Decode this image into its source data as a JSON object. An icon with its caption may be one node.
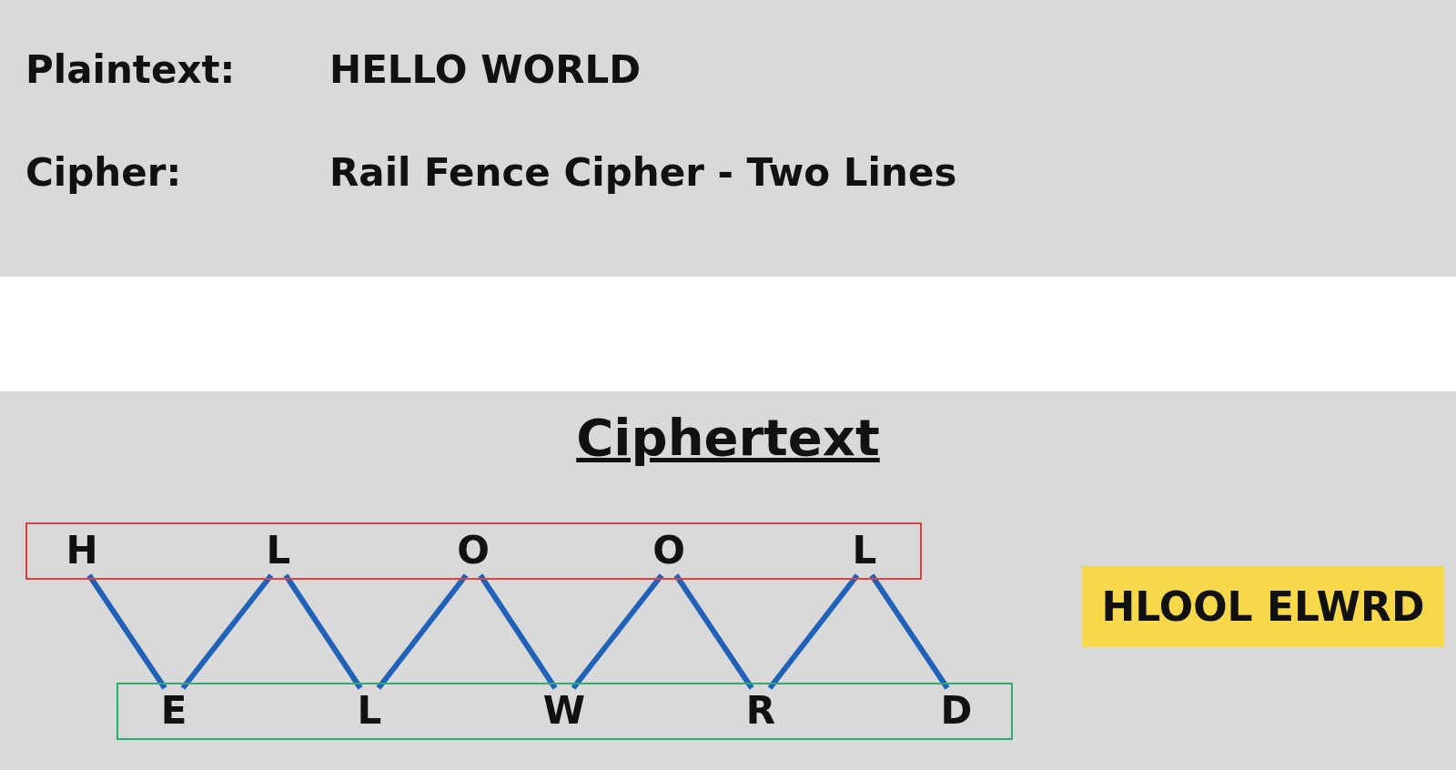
{
  "diagram": {
    "title": "Ciphertext",
    "nodes": [
      {
        "text": [],
        "shape": "box"
      },
      {
        "text": [
          "H"
        ],
        "in": 0
      },
      {
        "text": [
          "L"
        ],
        "in": 0
      },
      {
        "text": [
          "O"
        ],
        "in": 0
      },
      {
        "text": [
          "O"
        ],
        "in": 0
      },
      {
        "text": [
          "L"
        ],
        "in": 0
      },
      {
        "text": [],
        "shape": "box"
      },
      {
        "text": [
          "E"
        ],
        "in": 6
      },
      {
        "text": [
          "L"
        ],
        "in": 6
      },
      {
        "text": [
          "W"
        ],
        "in": 6
      },
      {
        "text": [
          "R"
        ],
        "in": 6
      },
      {
        "text": [
          "D"
        ],
        "in": 6
      },
      {
        "text": [
          "HLOOL ELWRD"
        ]
      }
    ],
    "edges": [
      {
        "from": 1,
        "to": 7,
        "arrow": "none"
      },
      {
        "from": 7,
        "to": 2,
        "arrow": "none"
      },
      {
        "from": 2,
        "to": 8,
        "arrow": "none"
      },
      {
        "from": 8,
        "to": 3,
        "arrow": "none"
      },
      {
        "from": 3,
        "to": 9,
        "arrow": "none"
      },
      {
        "from": 9,
        "to": 4,
        "arrow": "none"
      },
      {
        "from": 4,
        "to": 10,
        "arrow": "none"
      },
      {
        "from": 10,
        "to": 5,
        "arrow": "none"
      },
      {
        "from": 5,
        "to": 11,
        "arrow": "none"
      }
    ],
    "labels": [
      "Plaintext:",
      "HELLO WORLD",
      "Cipher:",
      "Rail Fence Cipher - Two Lines"
    ]
  }
}
